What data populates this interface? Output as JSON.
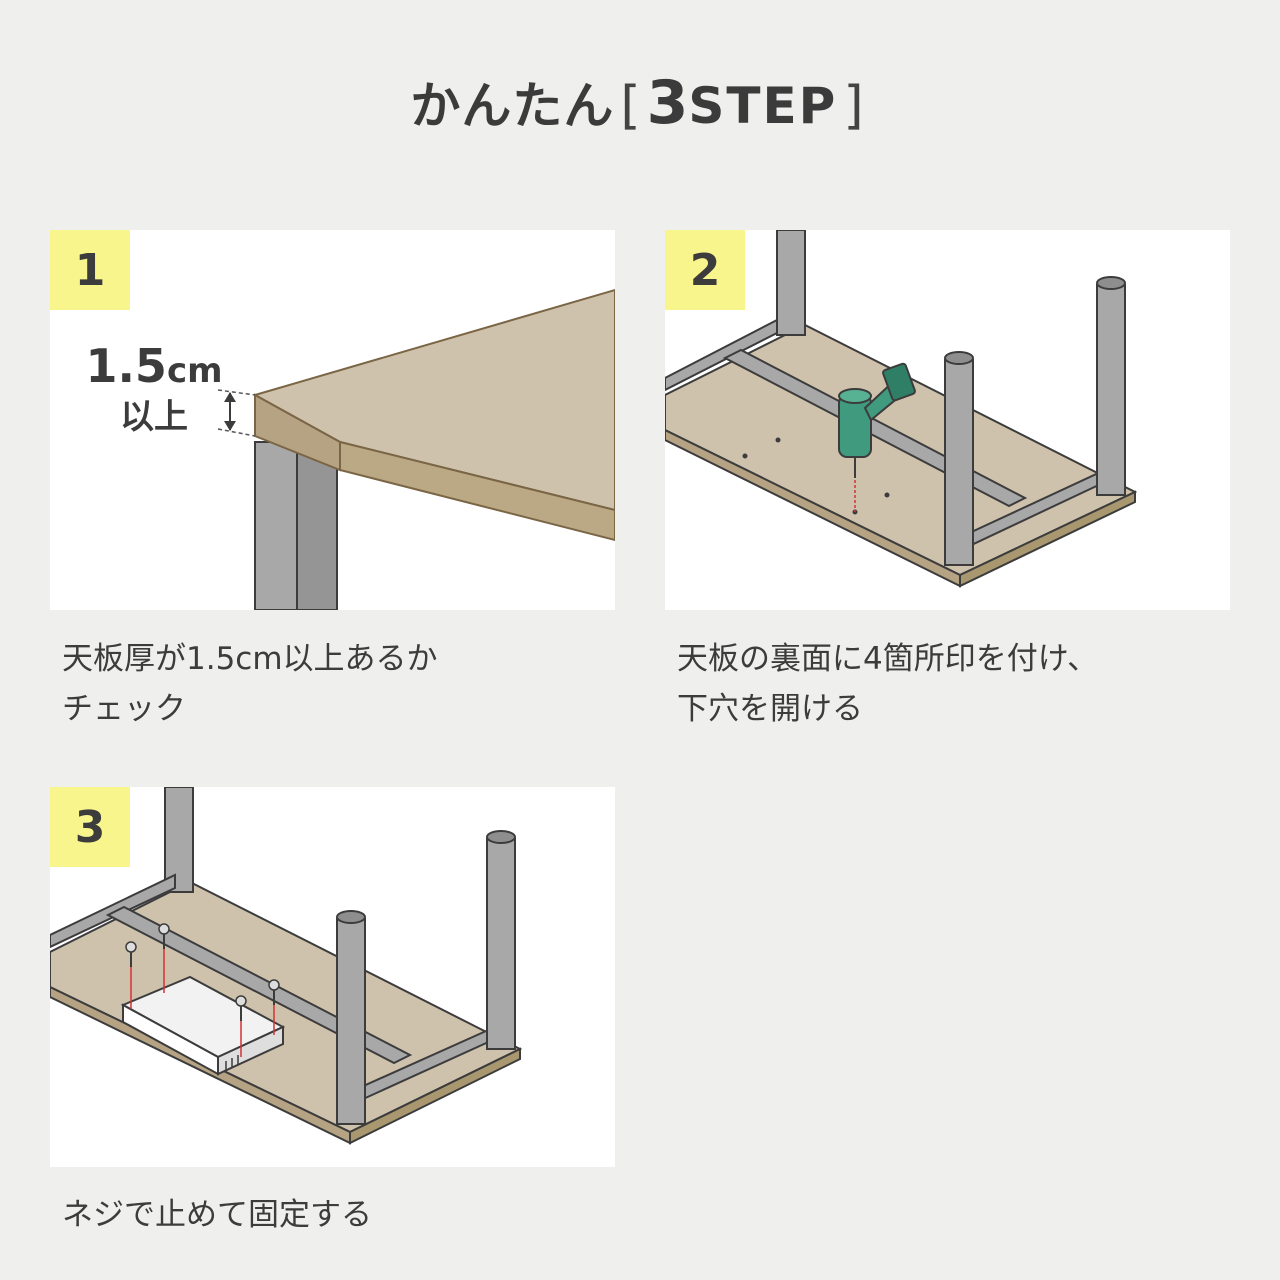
{
  "title": {
    "kana": "かんたん",
    "open_bracket": "[",
    "number": "3",
    "word": "STEP",
    "close_bracket": "]"
  },
  "steps": [
    {
      "number": "1",
      "caption_lines": [
        "天板厚が1.5cm以上あるか",
        "チェック"
      ]
    },
    {
      "number": "2",
      "caption_lines": [
        "天板の裏面に4箇所印を付け、",
        "下穴を開ける"
      ]
    },
    {
      "number": "3",
      "caption_lines": [
        "ネジで止めて固定する"
      ]
    }
  ],
  "thickness_label": {
    "value": "1.5",
    "unit": "cm",
    "sub": "以上"
  },
  "colors": {
    "background": "#efefed",
    "badge": "#f8f58d",
    "board_top": "#cfc2ad",
    "board_edge": "#b5a384",
    "frame": "#a8a8a8",
    "drill": "#3f9a7e",
    "marker": "#d33333"
  },
  "icons": [
    "drill-icon",
    "screw-icon"
  ]
}
